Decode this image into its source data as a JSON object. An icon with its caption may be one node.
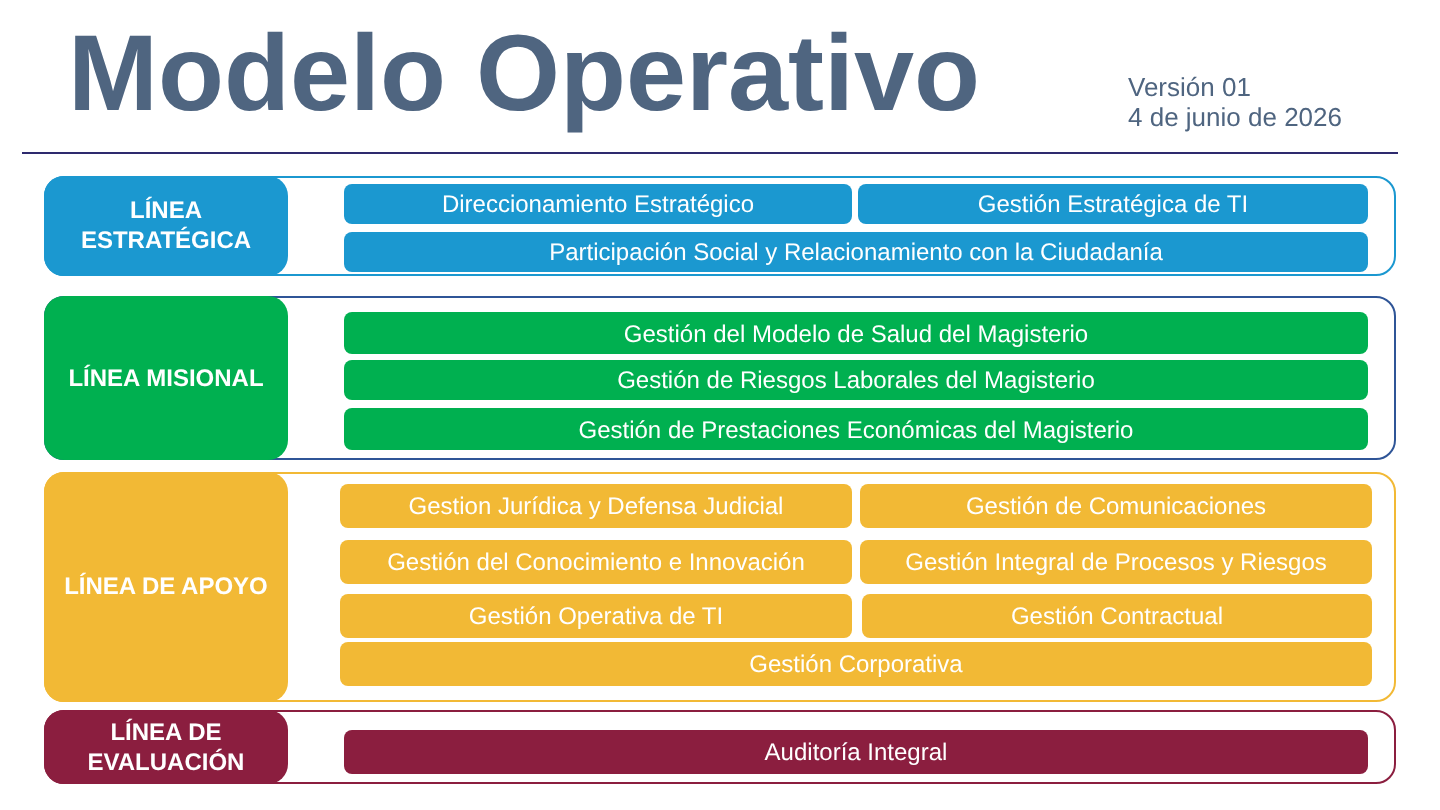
{
  "diagram": {
    "title": "Modelo Operativo",
    "nodes": [
      {
        "text": [
          "LÍNEA ESTRATÉGICA"
        ]
      },
      {
        "text": [
          "Direccionamiento Estratégico"
        ],
        "in": 0
      },
      {
        "text": [
          "Gestión Estratégica de TI"
        ],
        "in": 0
      },
      {
        "text": [
          "Participación Social y Relacionamiento con la Ciudadanía"
        ],
        "in": 0
      },
      {
        "text": [
          "LÍNEA MISIONAL"
        ]
      },
      {
        "text": [
          "Gestión del Modelo de Salud del Magisterio"
        ],
        "in": 4
      },
      {
        "text": [
          "Gestión de Riesgos Laborales del Magisterio"
        ],
        "in": 4
      },
      {
        "text": [
          "Gestión de Prestaciones Económicas del Magisterio"
        ],
        "in": 4
      },
      {
        "text": [
          "LÍNEA DE APOYO"
        ]
      },
      {
        "text": [
          "Gestion Jurídica y Defensa Judicial"
        ],
        "in": 8
      },
      {
        "text": [
          "Gestión de Comunicaciones"
        ],
        "in": 8
      },
      {
        "text": [
          "Gestión del Conocimiento e Innovación"
        ],
        "in": 8
      },
      {
        "text": [
          "Gestión Integral de Procesos y Riesgos"
        ],
        "in": 8
      },
      {
        "text": [
          "Gestión Operativa de TI"
        ],
        "in": 8
      },
      {
        "text": [
          "Gestión Contractual"
        ],
        "in": 8
      },
      {
        "text": [
          "Gestión Corporativa"
        ],
        "in": 8
      },
      {
        "text": [
          "LÍNEA DE EVALUACIÓN"
        ]
      },
      {
        "text": [
          "Auditoría Integral"
        ],
        "in": 16
      }
    ],
    "edges": [],
    "labels": [
      "Versión 01",
      "4 de junio de 2026"
    ]
  }
}
